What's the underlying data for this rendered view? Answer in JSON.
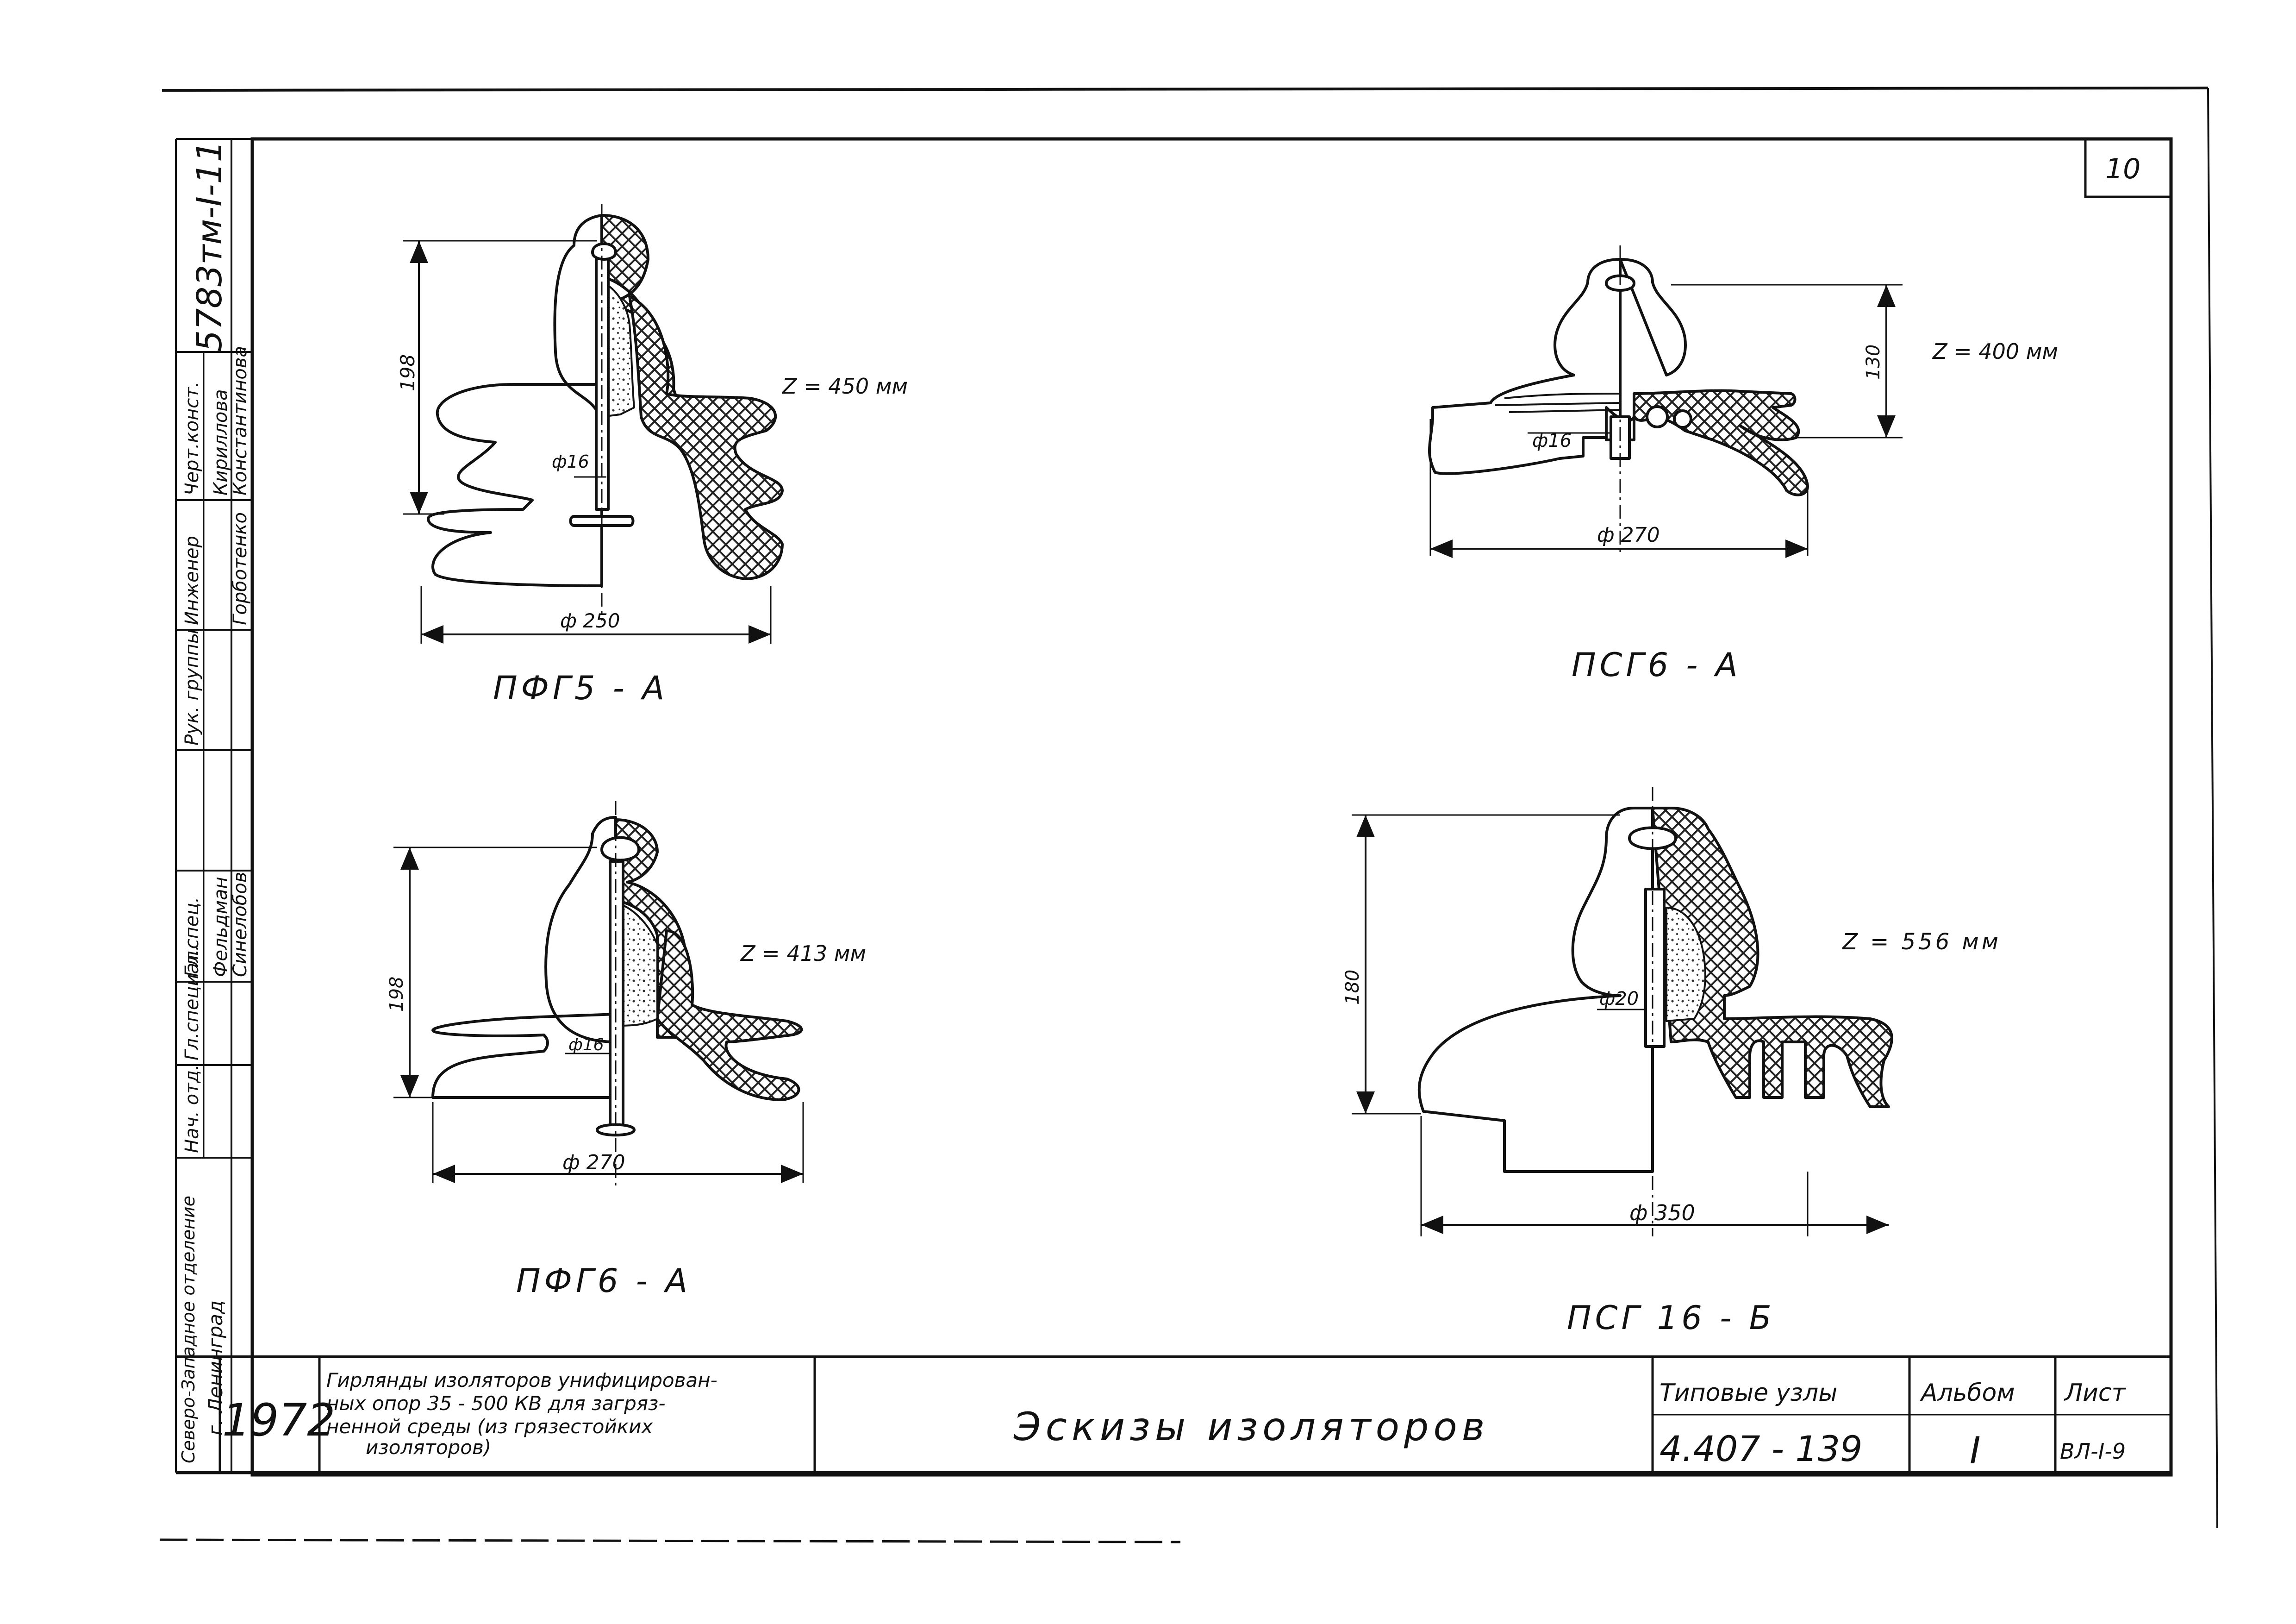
{
  "sheet": {
    "page_number": "10",
    "archive_number": "5783тм-I-11",
    "year": "1972",
    "organization": [
      "Северо-Западное отделение",
      "г. Ленинград"
    ],
    "project_description": [
      "Гирлянды изоляторов унифицирован-",
      "ных опор   35 - 500 КВ для загряз-",
      "ненной среды (из грязестойких",
      "изоляторов)"
    ],
    "drawing_title": "Эскизы изоляторов",
    "series_label": "Типовые узлы",
    "series_number": "4.407 - 139",
    "album_label": "Альбом",
    "album_number": "I",
    "sheet_label": "Лист",
    "sheet_number": "ВЛ-I-9"
  },
  "signatures": [
    {
      "role": "Нач. отд.",
      "name": "Синелобов"
    },
    {
      "role": "Гл.специал.",
      "name": "Фельдман"
    },
    {
      "role": "Гл.спец.",
      "name": ""
    },
    {
      "role": "Рук. группы",
      "name": "Кириллова"
    },
    {
      "role": "Инженер",
      "name": "Константинова"
    },
    {
      "role": "Черт.конст.",
      "name": "Горботенко"
    }
  ],
  "insulators": [
    {
      "id": "pfg5a",
      "label": "ПФГ5 - А",
      "height": "198",
      "rod": "ф16",
      "diameter": "ф 250",
      "leakage": "Z = 450 мм"
    },
    {
      "id": "psg6a",
      "label": "ПСГ6 - А",
      "height": "130",
      "rod": "ф16",
      "diameter": "ф 270",
      "leakage": "Z = 400 мм"
    },
    {
      "id": "pfg6a",
      "label": "ПФГ6 - А",
      "height": "198",
      "rod": "ф16",
      "diameter": "ф 270",
      "leakage": "Z = 413 мм"
    },
    {
      "id": "psg16b",
      "label": "ПСГ 16 - Б",
      "height": "180",
      "rod": "ф20",
      "diameter": "ф 350",
      "leakage": "Z = 556 мм"
    }
  ]
}
